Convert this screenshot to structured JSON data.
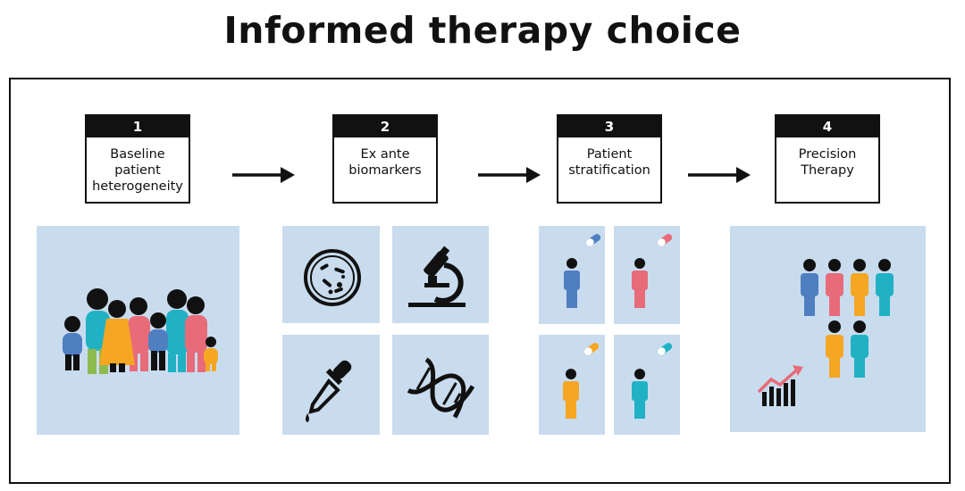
{
  "title": "Informed therapy choice",
  "steps": [
    {
      "number": "1",
      "label": "Baseline\npatient\nheterogeneity"
    },
    {
      "number": "2",
      "label": "Ex ante\nbiomarkers"
    },
    {
      "number": "3",
      "label": "Patient\nstratification"
    },
    {
      "number": "4",
      "label": "Precision\nTherapy"
    }
  ],
  "colors": {
    "panel": "#c9dcee",
    "blue": "#4f7fc1",
    "red": "#e86b7a",
    "orange": "#f5a623",
    "teal": "#20b2c4",
    "green": "#8dbb4f",
    "dark": "#111111"
  },
  "icons": [
    "family-icon",
    "petri-dish-icon",
    "microscope-icon",
    "dropper-icon",
    "dna-icon",
    "pill-icon",
    "person-icon",
    "growth-chart-icon",
    "arrow-right-icon"
  ]
}
